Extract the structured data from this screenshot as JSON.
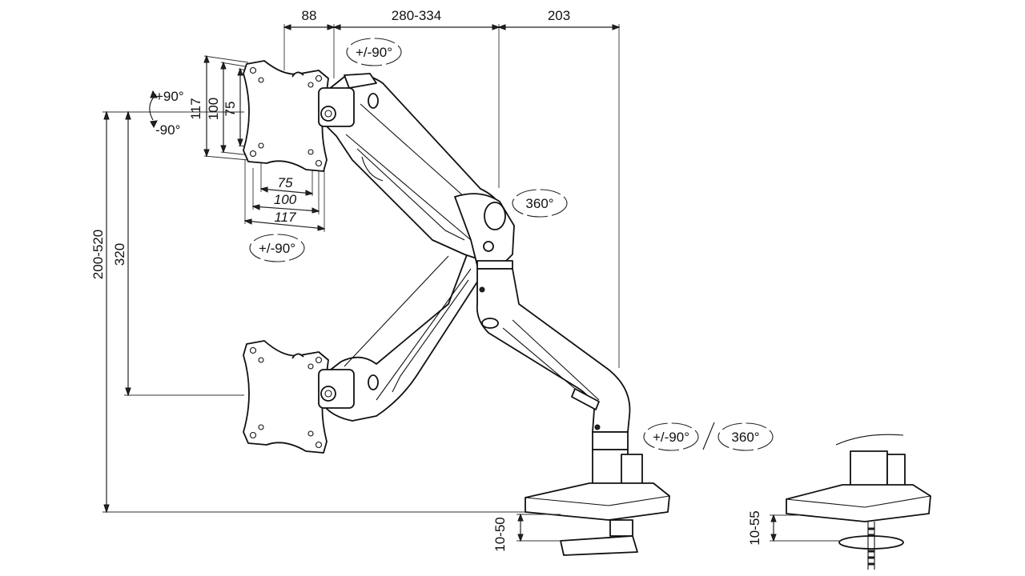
{
  "dimensions": {
    "top_arm_offset": "88",
    "arm_reach": "280-334",
    "base_offset": "203",
    "overall_height": "200-520",
    "monitor_spacing": "320",
    "vesa_v_117": "117",
    "vesa_v_100": "100",
    "vesa_v_75": "75",
    "vesa_h_75": "75",
    "vesa_h_100": "100",
    "vesa_h_117": "117",
    "clamp_thickness": "10-50",
    "grommet_thickness": "10-55"
  },
  "rotations": {
    "tilt_up": "+90°",
    "tilt_down": "-90°",
    "top_swivel": "+/-90°",
    "head_rotation": "+/-90°",
    "elbow_rotation": "360°",
    "base_tilt": "+/-90°",
    "base_rotation": "360°"
  },
  "colors": {
    "line": "#111111",
    "background": "#ffffff"
  }
}
